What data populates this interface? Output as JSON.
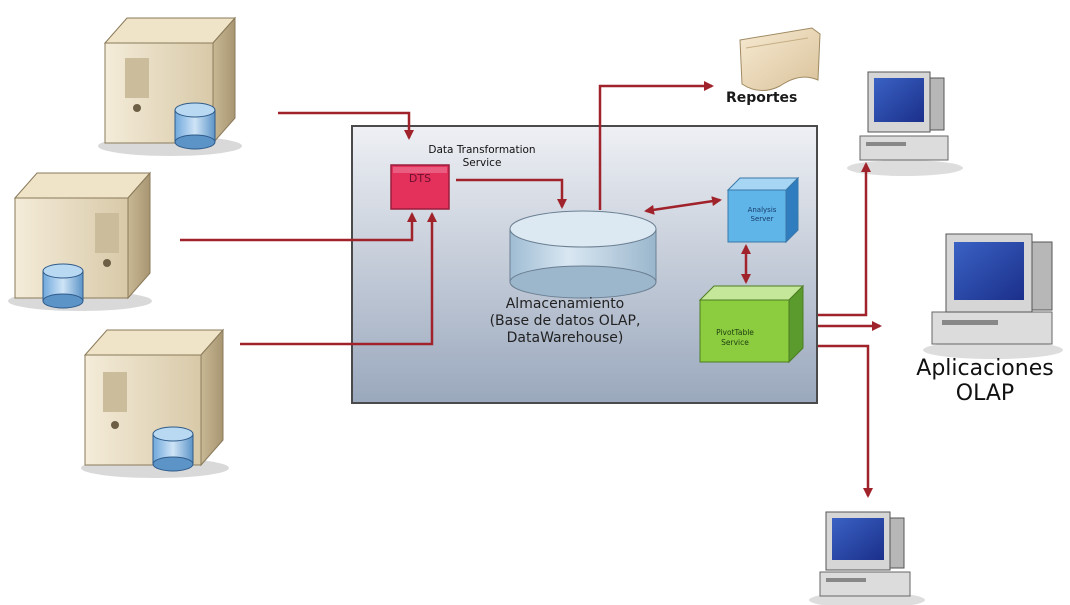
{
  "labels": {
    "dts_title": "Data Transformation\nService",
    "dts": "DTS",
    "storage": "Almacenamiento\n(Base de datos OLAP,\nDataWarehouse)",
    "analysis_server": "Analysis\nServer",
    "pivottable": "PivotTable\nService",
    "reportes": "Reportes",
    "olap_apps": "Aplicaciones\nOLAP"
  },
  "colors": {
    "arrow": "#a0232b",
    "dts_box": "#e4315c",
    "analysis_box": "#5fb4e8",
    "pivot_box": "#8ccc3f",
    "cylinder": "#bcd4e6",
    "panel_top": "#eef0f4",
    "panel_bottom": "#9aa8bd"
  }
}
